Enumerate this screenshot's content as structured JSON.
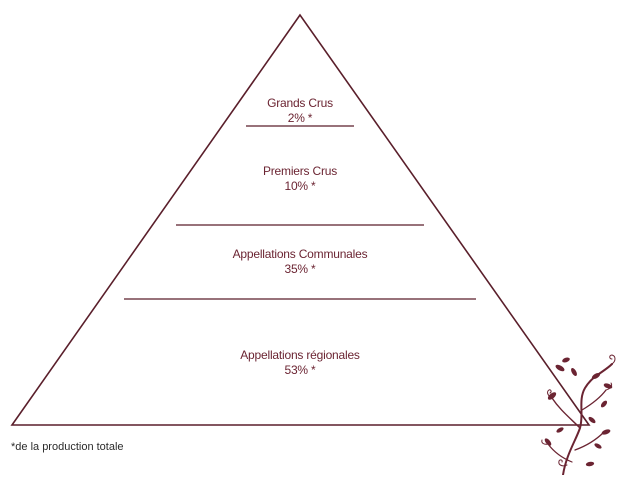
{
  "diagram": {
    "tiers": [
      {
        "name": "Grands Crus",
        "share": "2% *"
      },
      {
        "name": "Premiers Crus",
        "share": "10% *"
      },
      {
        "name": "Appellations Communales",
        "share": "35% *"
      },
      {
        "name": "Appellations régionales",
        "share": "53% *"
      }
    ],
    "footnote": "*de la production totale"
  },
  "colors": {
    "line": "#5a1f2b",
    "text": "#6b2432",
    "vine": "#6b2432"
  },
  "icons": {
    "decoration": "vine-branch-icon"
  }
}
